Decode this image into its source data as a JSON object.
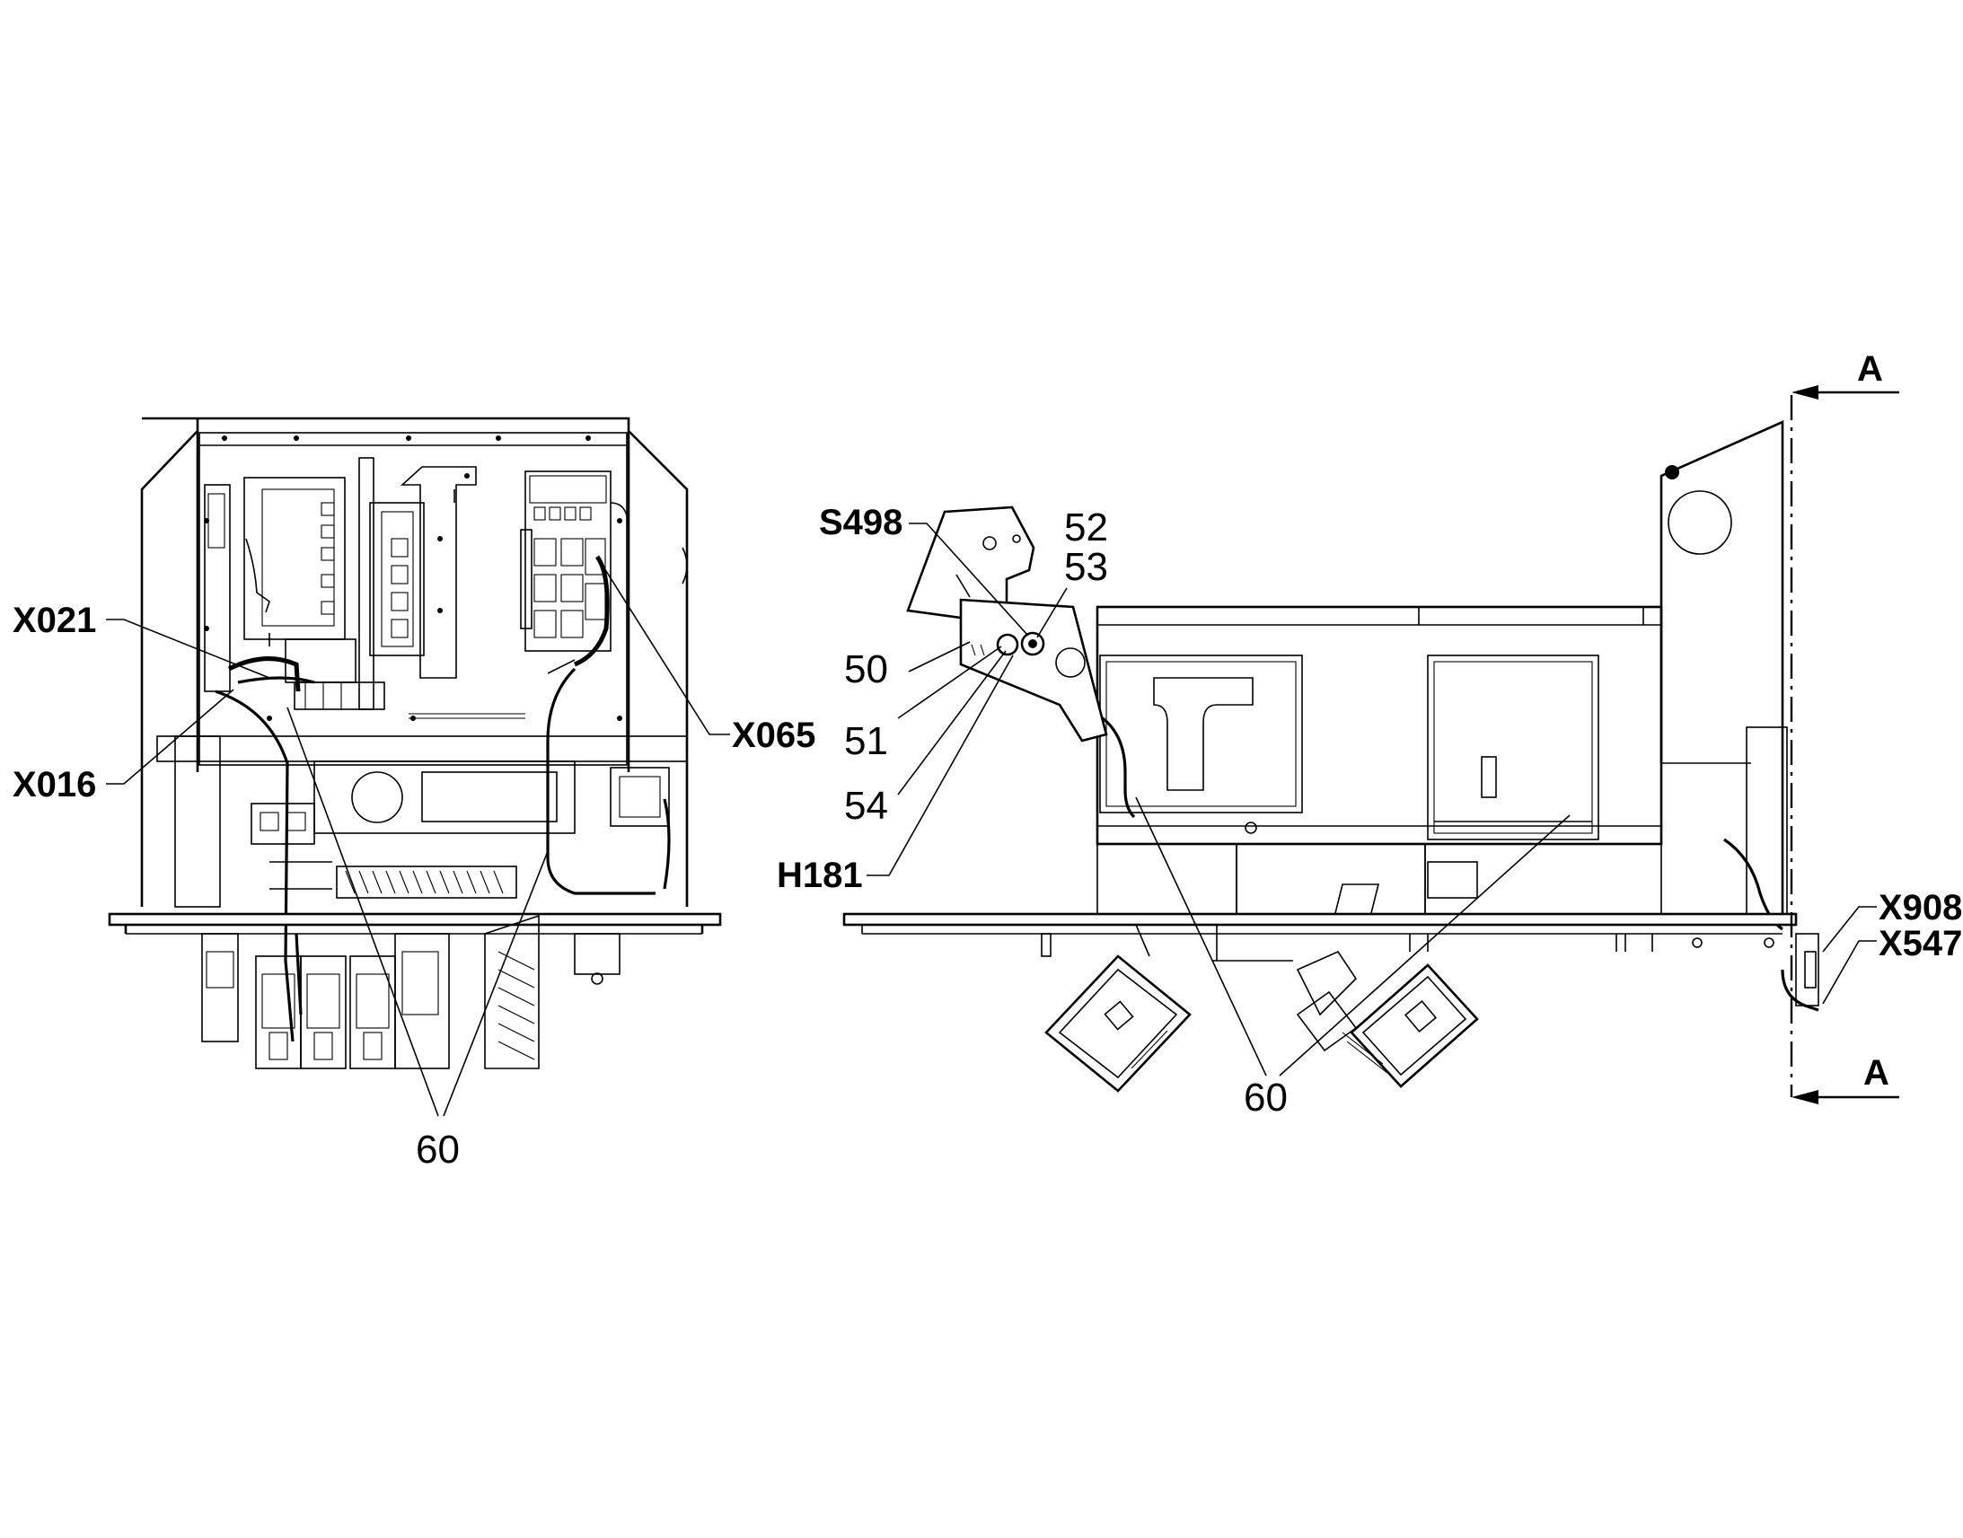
{
  "labels": {
    "x021": "X021",
    "x016": "X016",
    "x065": "X065",
    "s498": "S498",
    "n52": "52",
    "n53": "53",
    "n50": "50",
    "n51": "51",
    "n54": "54",
    "h181": "H181",
    "n60_left": "60",
    "n60_right": "60",
    "x908": "X908",
    "x547": "X547",
    "section_a_top": "A",
    "section_a_bottom": "A"
  }
}
